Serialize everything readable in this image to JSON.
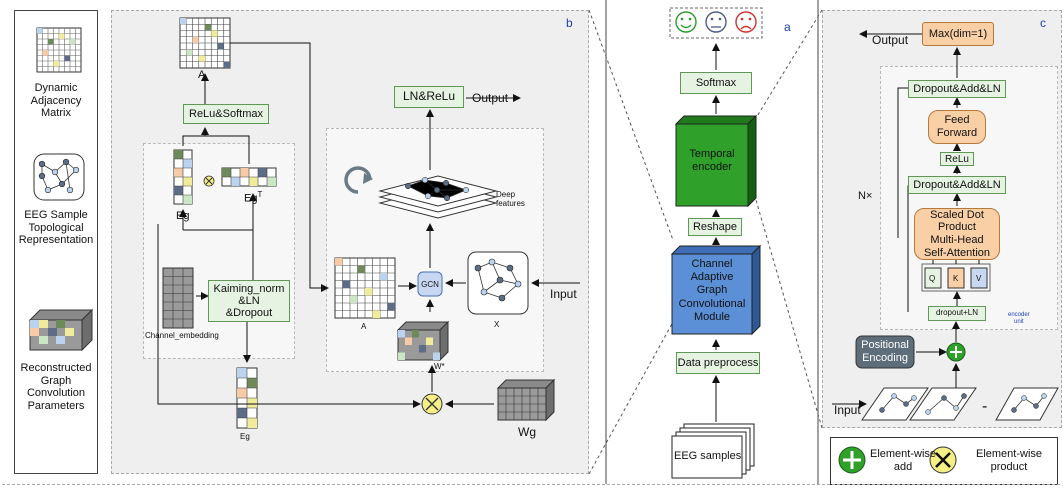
{
  "legend": {
    "dynamic_adjacency": [
      "Dynamic",
      "Adjacency",
      "Matrix"
    ],
    "eeg_topology": [
      "EEG Sample",
      "Topological",
      "Representation"
    ],
    "reconstructed": [
      "Reconstructed",
      "Graph",
      "Convolution",
      "Parameters"
    ]
  },
  "panel_b": {
    "tag": "b",
    "A_label": "A",
    "relu_softmax": "ReLu&Softmax",
    "eg_label": "Eg",
    "egT_label": "Eg",
    "egT_sup": "T",
    "otimes_small": "⊗",
    "kaiming": [
      "Kaiming_norm",
      "&LN",
      "&Dropout"
    ],
    "channel_embedding": "Channel_embedding",
    "eg_bottom_label": "Eg",
    "ln_relu": "LN&ReLu",
    "output": "Output",
    "deep_features": [
      "Deep",
      "features"
    ],
    "gcn": "GCN",
    "A2_label": "A",
    "x_label": "X",
    "input": "Input",
    "wstar": "W*",
    "wg": "Wg"
  },
  "panel_a": {
    "tag": "a",
    "softmax": "Softmax",
    "temporal": [
      "Temporal",
      "encoder"
    ],
    "reshape": "Reshape",
    "cagcm": [
      "Channel",
      "Adaptive",
      "Graph",
      "Convolutional",
      "Module"
    ],
    "preprocess": "Data preprocess",
    "eeg_samples": "EEG samples"
  },
  "panel_c": {
    "tag": "c",
    "output": "Output",
    "max": "Max(dim=1)",
    "dropout_top": "Dropout&Add&LN",
    "feed_forward": [
      "Feed",
      "Forward"
    ],
    "relu": "ReLu",
    "dropout_mid": "Dropout&Add&LN",
    "nx": "N×",
    "attention": [
      "Scaled Dot",
      "Product",
      "Multi-Head",
      "Self-Attention"
    ],
    "q": "Q",
    "k": "K",
    "v": "V",
    "dropout_ln": "dropout+LN",
    "encoder_unit": [
      "encoder",
      "unit"
    ],
    "positional": [
      "Positional",
      "Encoding"
    ],
    "input": "Input",
    "dash": "-"
  },
  "bottom_legend": {
    "add": [
      "Element-wise",
      "add"
    ],
    "product": [
      "Element-wise",
      "product"
    ]
  },
  "colors": {
    "green_box": "#e6f3e3",
    "temporal": "#2fa12a",
    "cagcm": "#5b8fd6",
    "orange": "#f9cfa6",
    "tag_blue": "#1f3fbf"
  }
}
